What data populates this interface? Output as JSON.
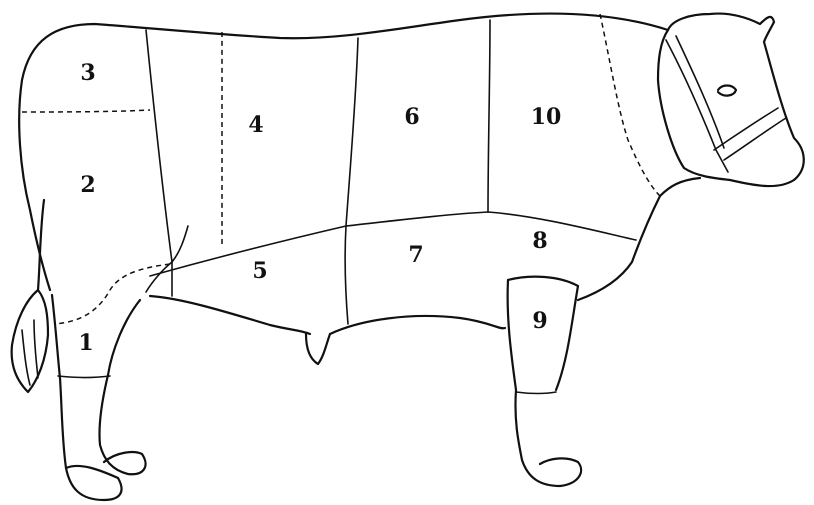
{
  "diagram": {
    "colors": {
      "ink": "#111111",
      "background": "#ffffff"
    },
    "regions": [
      {
        "id": "r1",
        "label": "1"
      },
      {
        "id": "r2",
        "label": "2"
      },
      {
        "id": "r3",
        "label": "3"
      },
      {
        "id": "r4",
        "label": "4"
      },
      {
        "id": "r5",
        "label": "5"
      },
      {
        "id": "r6",
        "label": "6"
      },
      {
        "id": "r7",
        "label": "7"
      },
      {
        "id": "r8",
        "label": "8"
      },
      {
        "id": "r9",
        "label": "9"
      },
      {
        "id": "r10",
        "label": "10"
      }
    ]
  }
}
